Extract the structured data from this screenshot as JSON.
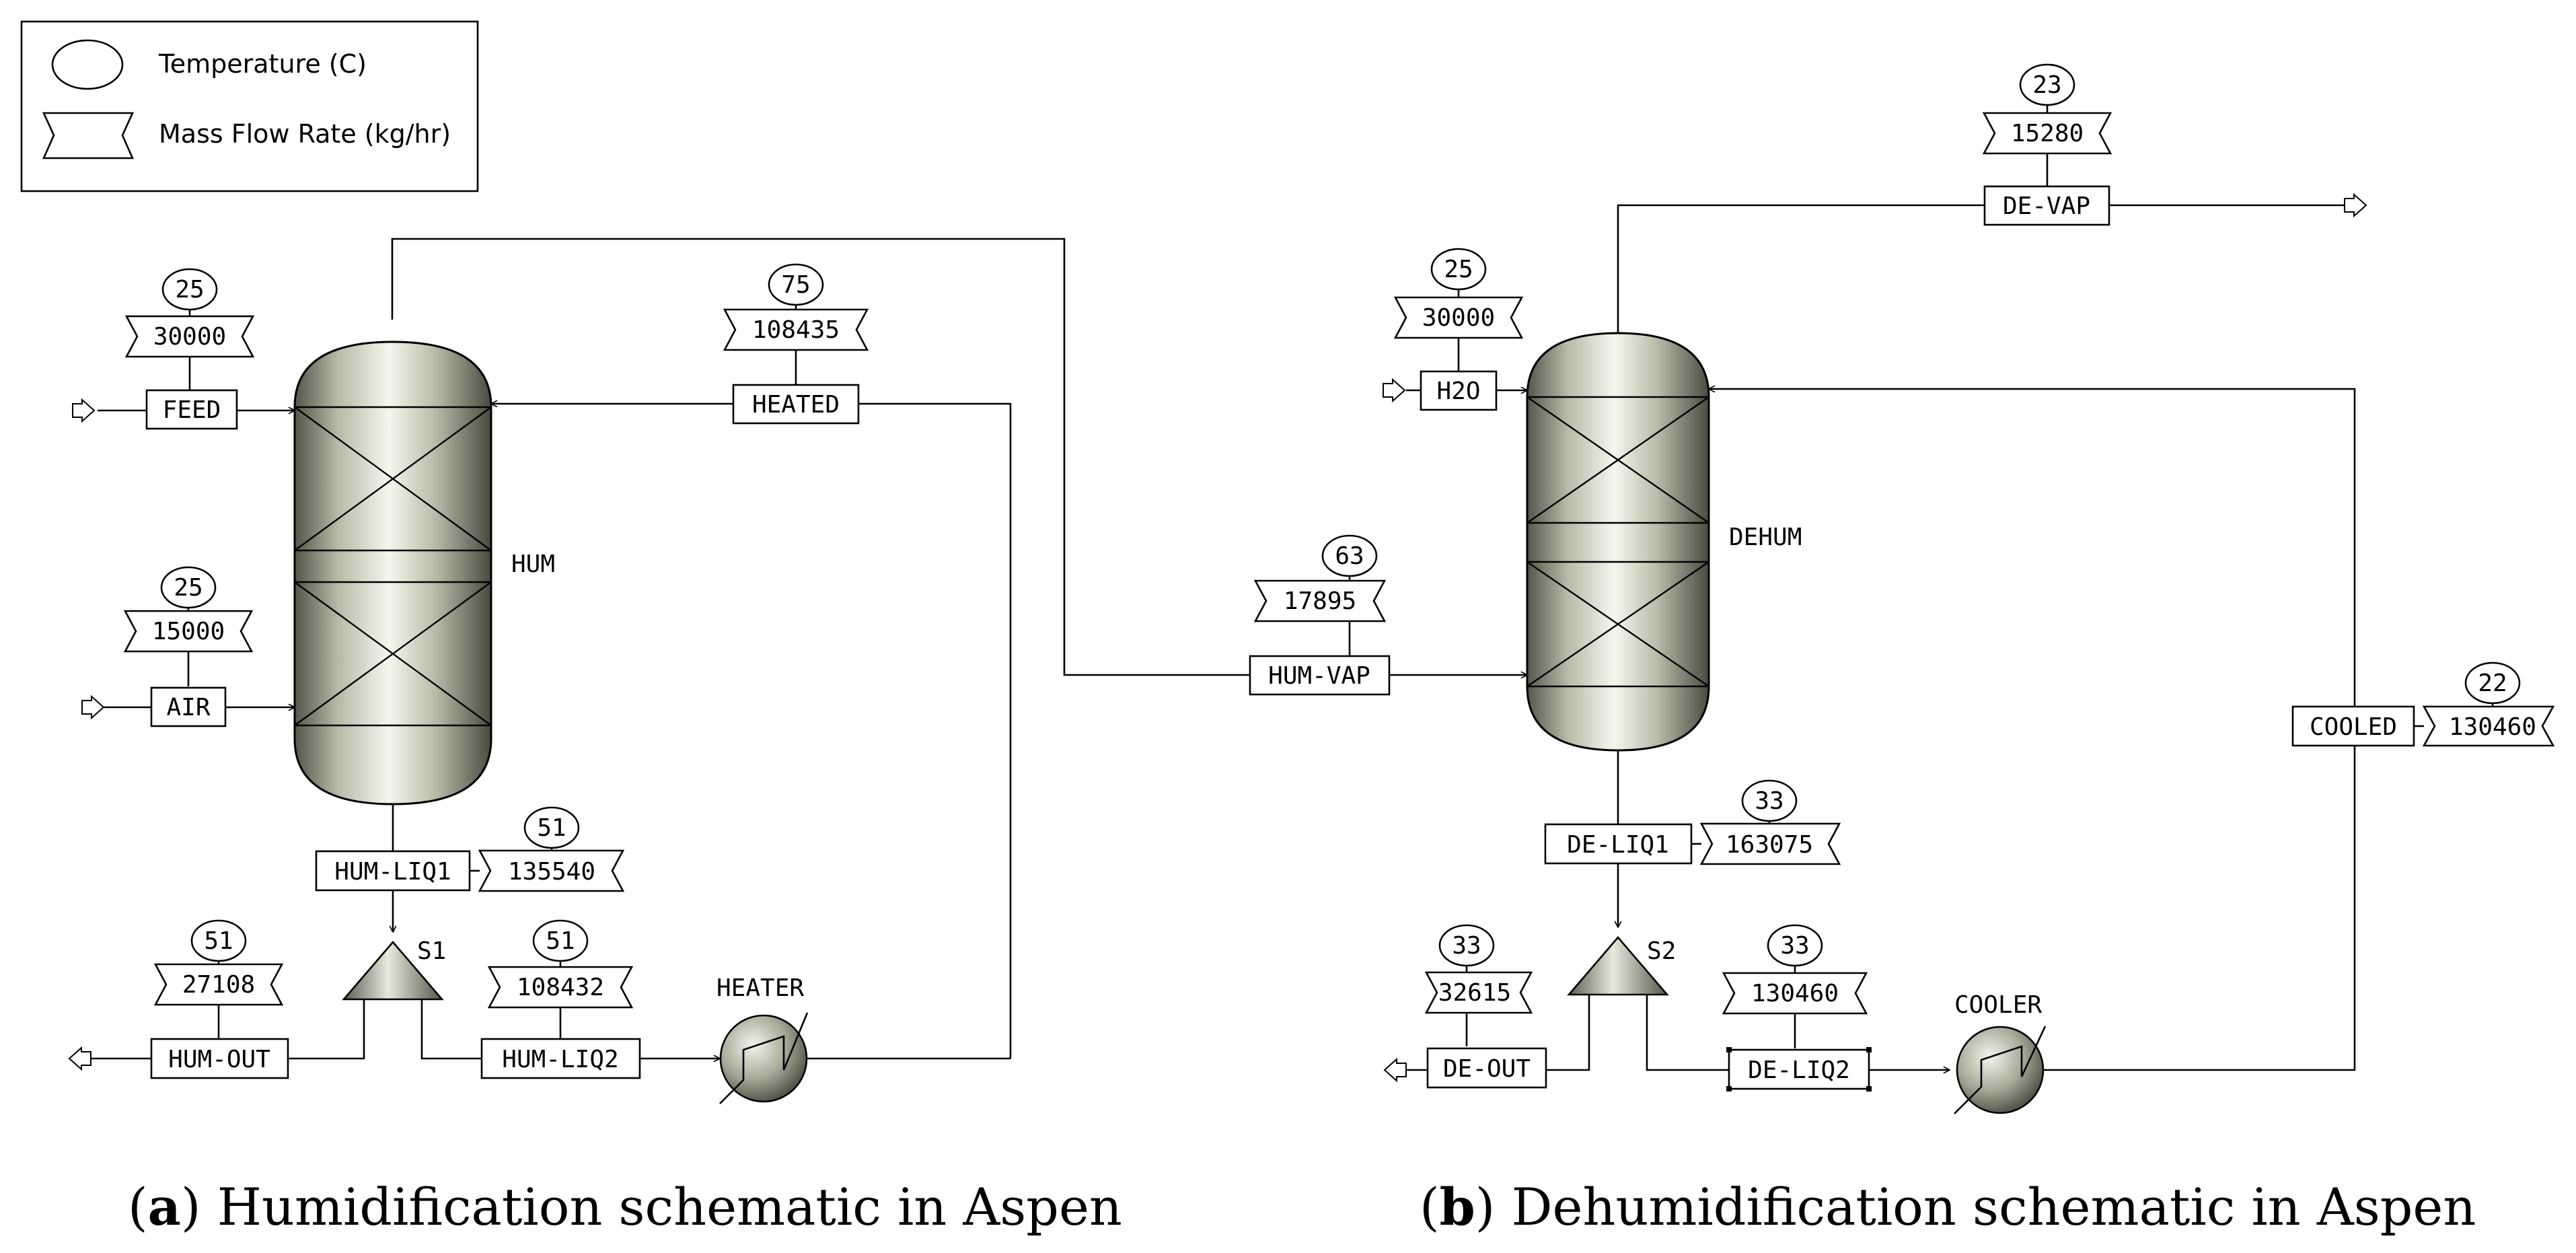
{
  "legend": {
    "temperature": "Temperature (C)",
    "mass_flow": "Mass Flow Rate (kg/hr)"
  },
  "blocks": {
    "hum": "HUM",
    "dehum": "DEHUM",
    "s1": "S1",
    "s2": "S2",
    "heater": "HEATER",
    "cooler": "COOLER"
  },
  "streams": {
    "feed": {
      "name": "FEED",
      "temp": "25",
      "flow": "30000"
    },
    "air": {
      "name": "AIR",
      "temp": "25",
      "flow": "15000"
    },
    "heated": {
      "name": "HEATED",
      "temp": "75",
      "flow": "108435"
    },
    "hum_liq1": {
      "name": "HUM-LIQ1",
      "temp": "51",
      "flow": "135540"
    },
    "hum_out": {
      "name": "HUM-OUT",
      "temp": "51",
      "flow": "27108"
    },
    "hum_liq2": {
      "name": "HUM-LIQ2",
      "temp": "51",
      "flow": "108432"
    },
    "hum_vap": {
      "name": "HUM-VAP",
      "temp": "63",
      "flow": "17895"
    },
    "h2o": {
      "name": "H2O",
      "temp": "25",
      "flow": "30000"
    },
    "de_vap": {
      "name": "DE-VAP",
      "temp": "23",
      "flow": "15280"
    },
    "de_liq1": {
      "name": "DE-LIQ1",
      "temp": "33",
      "flow": "163075"
    },
    "de_out": {
      "name": "DE-OUT",
      "temp": "33",
      "flow": "32615"
    },
    "de_liq2": {
      "name": "DE-LIQ2",
      "temp": "33",
      "flow": "130460"
    },
    "cooled": {
      "name": "COOLED",
      "temp": "22",
      "flow": "130460"
    }
  },
  "captions": {
    "a_letter": "a",
    "a_text": " Humidification schematic in Aspen",
    "b_letter": "b",
    "b_text": " Dehumidification schematic in Aspen"
  }
}
